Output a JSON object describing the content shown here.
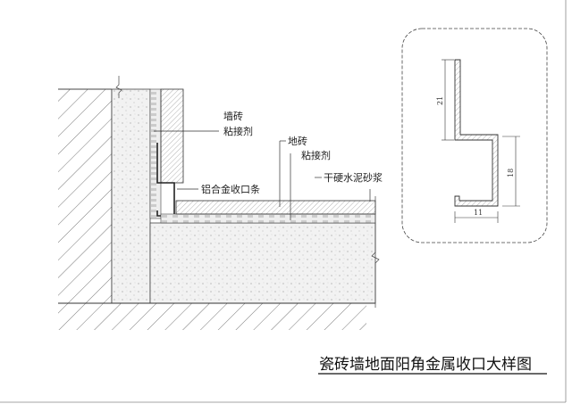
{
  "title": "瓷砖墙地面阳角金属收口大样图",
  "labels": {
    "wall_tile": "墙砖",
    "wall_adhesive": "粘接剂",
    "floor_tile": "地砖",
    "floor_adhesive": "粘接剂",
    "aluminum_trim": "铝合金收口条",
    "dry_mortar": "干硬水泥砂浆"
  },
  "detail": {
    "dim_upper": "21",
    "dim_right": "18",
    "dim_bottom": "11"
  }
}
